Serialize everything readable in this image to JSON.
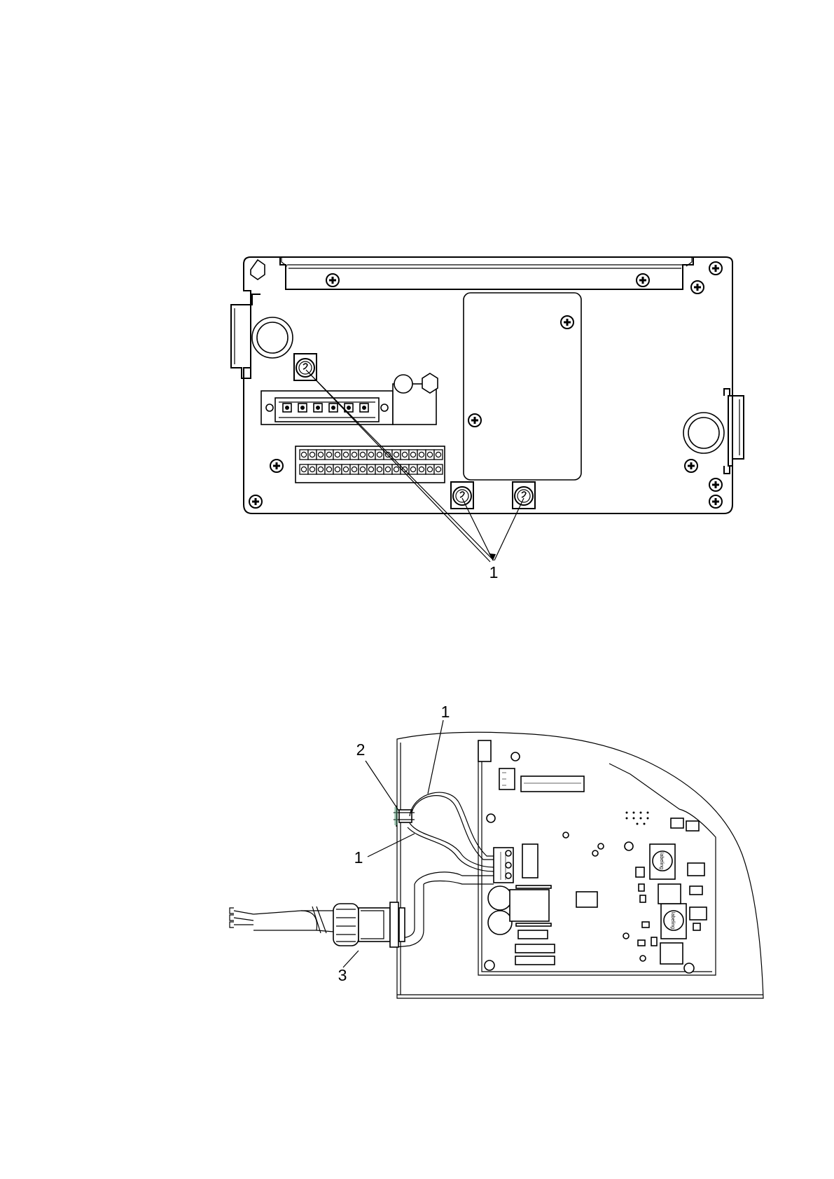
{
  "figure1": {
    "callouts": [
      {
        "id": "c1",
        "text": "1"
      }
    ]
  },
  "figure2": {
    "callouts": [
      {
        "id": "c1_top",
        "text": "1"
      },
      {
        "id": "c2",
        "text": "2"
      },
      {
        "id": "c1_mid",
        "text": "1"
      },
      {
        "id": "c3",
        "text": "3"
      }
    ],
    "chip_marking": "labeling"
  },
  "icons": [
    "phillips-screw-icon",
    "hex-nut-icon",
    "grounding-screw-icon",
    "cable-gland-icon"
  ]
}
